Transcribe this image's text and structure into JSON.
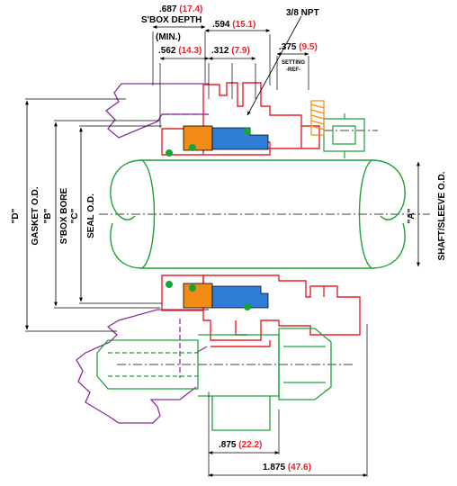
{
  "colors": {
    "red": "#e8222a",
    "green": "#1aa337",
    "purple": "#8b2fa0",
    "blue": "#2f7fd6",
    "orange": "#f28c16",
    "black": "#000000"
  },
  "dims": {
    "sbox_depth_in": ".687",
    "sbox_depth_mm": "(17.4)",
    "sbox_depth_label": "S'BOX DEPTH",
    "sbox_depth_note": "(MIN.)",
    "d594_in": ".594",
    "d594_mm": "(15.1)",
    "npt": "3/8 NPT",
    "d562_in": ".562",
    "d562_mm": "(14.3)",
    "d312_in": ".312",
    "d312_mm": "(7.9)",
    "d375_in": ".375",
    "d375_mm": "(9.5)",
    "setting_1": "SETTING",
    "setting_2": "-REF-",
    "d875_in": ".875",
    "d875_mm": "(22.2)",
    "d1875_in": "1.875",
    "d1875_mm": "(47.6)"
  },
  "vertical_labels": {
    "d_code": "\"D\"",
    "gasket_od": "GASKET O.D.",
    "b_code": "\"B\"",
    "sbox_bore": "S'BOX BORE",
    "c_code": "\"C\"",
    "seal_od": "SEAL O.D.",
    "a_code": "\"A\"",
    "shaft_od": "SHAFT/SLEEVE O.D."
  }
}
